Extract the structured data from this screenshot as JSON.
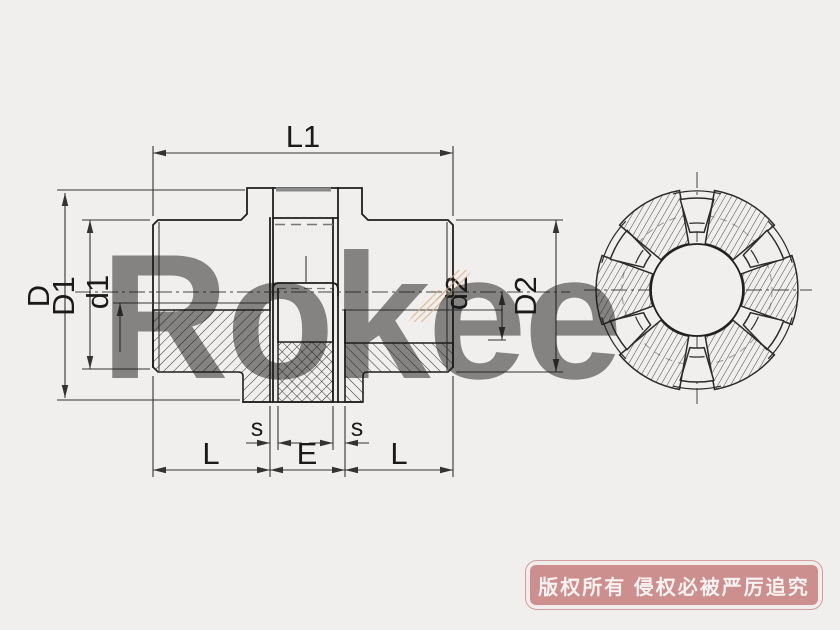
{
  "drawing": {
    "dims": {
      "L1": "L1",
      "D": "D",
      "D1": "D1",
      "d1": "d1",
      "d2": "d2",
      "D2": "D2",
      "s_left": "s",
      "s_right": "s",
      "L_left": "L",
      "E": "E",
      "L_right": "L"
    }
  },
  "watermark": {
    "text": "Rokee",
    "color": "#a3c0de",
    "accent_color": "#dcae7e"
  },
  "banner": {
    "text": "版权所有 侵权必被严厉追究",
    "bg_color": "#cd8e8e",
    "text_color": "#f8f3f2"
  }
}
